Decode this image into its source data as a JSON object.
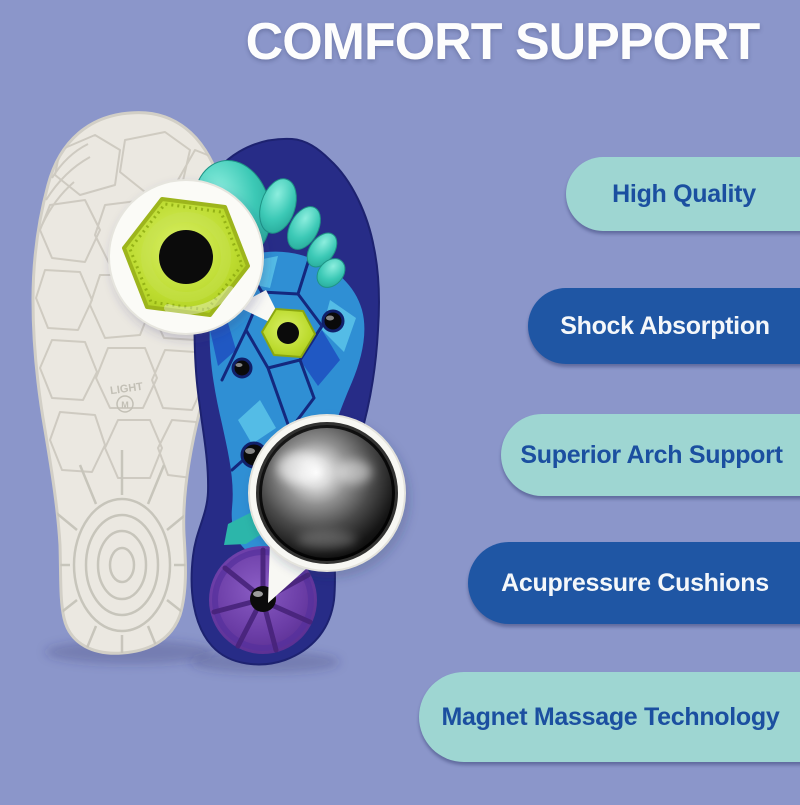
{
  "title": "COMFORT SUPPORT",
  "features": [
    {
      "label": "High Quality",
      "variant": "teal"
    },
    {
      "label": "Shock Absorption",
      "variant": "blue"
    },
    {
      "label": "Superior Arch Support",
      "variant": "teal"
    },
    {
      "label": "Acupressure Cushions",
      "variant": "blue"
    },
    {
      "label": "Magnet Massage Technology",
      "variant": "teal"
    }
  ],
  "product": {
    "embossed_marking": "LIGHT",
    "embossed_size_badge": "M"
  },
  "colors": {
    "background": "#8b96ca",
    "title_text": "#fdfdfd",
    "pill_teal": "#9ed6d2",
    "pill_teal_text": "#1b4fa0",
    "pill_blue": "#1f56a4",
    "pill_blue_text": "#f4f7fa",
    "insole_foam": "#ebe8e1",
    "insole_navy": "#272c87",
    "insole_arch_blue": "#2f8fd4",
    "crack_line_blue": "#14287e",
    "toe_pad_teal": "#3cc9b6",
    "magnet_lime": "#bcdb2e",
    "heel_pad_purple": "#6b3da6",
    "steel_ball_gray": "#8f8f8f"
  }
}
